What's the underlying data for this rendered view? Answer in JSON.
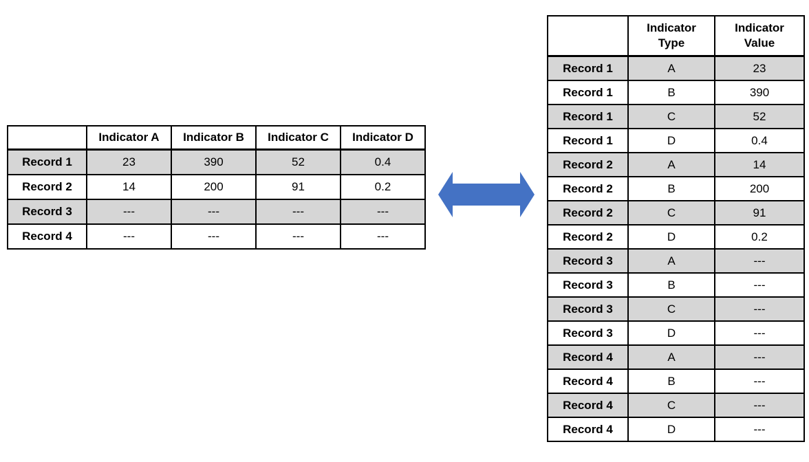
{
  "colors": {
    "shaded_row": "#d6d6d6",
    "plain_row": "#ffffff",
    "border": "#000000",
    "arrow_blue": "#4472c4"
  },
  "arrow": {
    "kind": "left-right-double-arrow",
    "color": "#4472c4"
  },
  "wide_table": {
    "corner_header": "",
    "headers": [
      "Indicator A",
      "Indicator B",
      "Indicator C",
      "Indicator D"
    ],
    "rows": [
      {
        "label": "Record 1",
        "values": [
          "23",
          "390",
          "52",
          "0.4"
        ],
        "shaded": true
      },
      {
        "label": "Record 2",
        "values": [
          "14",
          "200",
          "91",
          "0.2"
        ],
        "shaded": false
      },
      {
        "label": "Record 3",
        "values": [
          "---",
          "---",
          "---",
          "---"
        ],
        "shaded": true
      },
      {
        "label": "Record 4",
        "values": [
          "---",
          "---",
          "---",
          "---"
        ],
        "shaded": false
      }
    ]
  },
  "long_table": {
    "corner_header": "",
    "headers": [
      "Indicator Type",
      "Indicator Value"
    ],
    "rows": [
      {
        "label": "Record 1",
        "type": "A",
        "value": "23",
        "shaded": true
      },
      {
        "label": "Record 1",
        "type": "B",
        "value": "390",
        "shaded": false
      },
      {
        "label": "Record 1",
        "type": "C",
        "value": "52",
        "shaded": true
      },
      {
        "label": "Record 1",
        "type": "D",
        "value": "0.4",
        "shaded": false
      },
      {
        "label": "Record 2",
        "type": "A",
        "value": "14",
        "shaded": true
      },
      {
        "label": "Record 2",
        "type": "B",
        "value": "200",
        "shaded": false
      },
      {
        "label": "Record 2",
        "type": "C",
        "value": "91",
        "shaded": true
      },
      {
        "label": "Record 2",
        "type": "D",
        "value": "0.2",
        "shaded": false
      },
      {
        "label": "Record 3",
        "type": "A",
        "value": "---",
        "shaded": true
      },
      {
        "label": "Record 3",
        "type": "B",
        "value": "---",
        "shaded": false
      },
      {
        "label": "Record 3",
        "type": "C",
        "value": "---",
        "shaded": true
      },
      {
        "label": "Record 3",
        "type": "D",
        "value": "---",
        "shaded": false
      },
      {
        "label": "Record 4",
        "type": "A",
        "value": "---",
        "shaded": true
      },
      {
        "label": "Record 4",
        "type": "B",
        "value": "---",
        "shaded": false
      },
      {
        "label": "Record 4",
        "type": "C",
        "value": "---",
        "shaded": true
      },
      {
        "label": "Record 4",
        "type": "D",
        "value": "---",
        "shaded": false
      }
    ]
  }
}
